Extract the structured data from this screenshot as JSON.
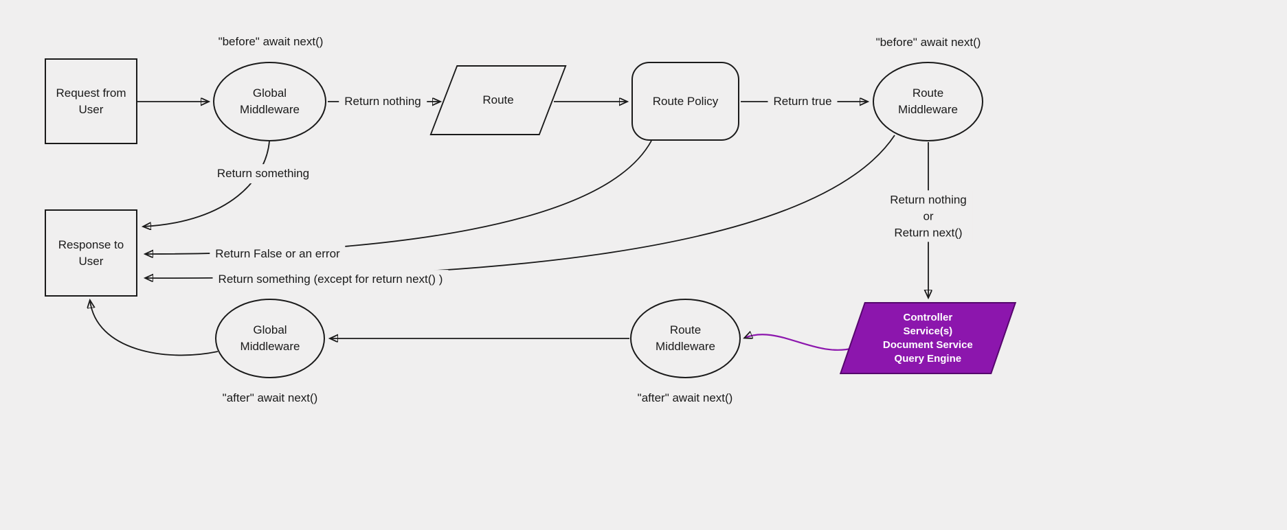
{
  "colors": {
    "background": "#f0efef",
    "ink": "#1a1a1a",
    "accent_purple": "#8c16ad",
    "controller_text": "#ffffff"
  },
  "nodes": {
    "request": {
      "label": "Request from\nUser"
    },
    "global_mw_top": {
      "label": "Global\nMiddleware"
    },
    "route": {
      "label": "Route"
    },
    "route_policy": {
      "label": "Route Policy"
    },
    "route_mw_top": {
      "label": "Route\nMiddleware"
    },
    "response": {
      "label": "Response to\nUser"
    },
    "controller": {
      "label": "Controller\nService(s)\nDocument Service\nQuery Engine"
    },
    "route_mw_bottom": {
      "label": "Route\nMiddleware"
    },
    "global_mw_bottom": {
      "label": "Global\nMiddleware"
    }
  },
  "edges": {
    "before_next_left": "\"before\" await next()",
    "before_next_right": "\"before\" await next()",
    "return_nothing": "Return nothing",
    "return_true": "Return true",
    "return_something": "Return something",
    "return_false_or_error": "Return False or an error",
    "return_something_except": "Return something (except for return next() )",
    "return_nothing_or_next": "Return nothing\nor\nReturn next()",
    "after_next_left": "\"after\" await next()",
    "after_next_right": "\"after\" await next()"
  }
}
